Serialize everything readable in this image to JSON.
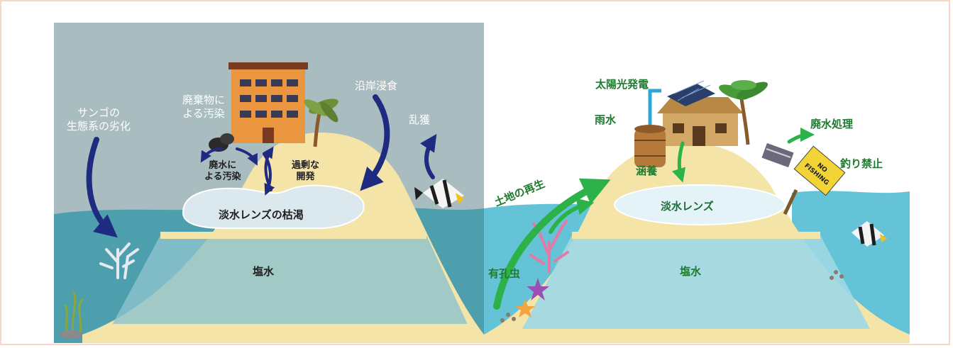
{
  "colors": {
    "frame_border": "#f8d7c4",
    "left_sky": "#a9bcc0",
    "right_sky": "#ffffff",
    "sea_left": "#4d9fae",
    "sea_right": "#65c3d8",
    "sand": "#f5e4a8",
    "arrow_left": "#1e2b80",
    "arrow_right": "#2db24a",
    "label_green": "#1e7a2f"
  },
  "left_panel": {
    "labels": {
      "coral_degradation": "サンゴの\n生態系の劣化",
      "waste_pollution": "廃棄物に\nよる汚染",
      "coastal_erosion": "沿岸浸食",
      "overfishing": "乱獲",
      "wastewater_pollution": "廃水に\nよる汚染",
      "overdevelopment": "過剰な\n開発",
      "lens_depletion": "淡水レンズの枯渇",
      "saltwater": "塩水"
    }
  },
  "right_panel": {
    "labels": {
      "solar_power": "太陽光発電",
      "rainwater": "雨水",
      "wastewater_treatment": "廃水処理",
      "no_fishing": "釣り禁止",
      "recharge": "涵養",
      "land_regeneration": "土地の再生",
      "freshwater_lens": "淡水レンズ",
      "foraminifera": "有孔虫",
      "saltwater": "塩水"
    },
    "sign_text": "NO\nFISHING"
  }
}
